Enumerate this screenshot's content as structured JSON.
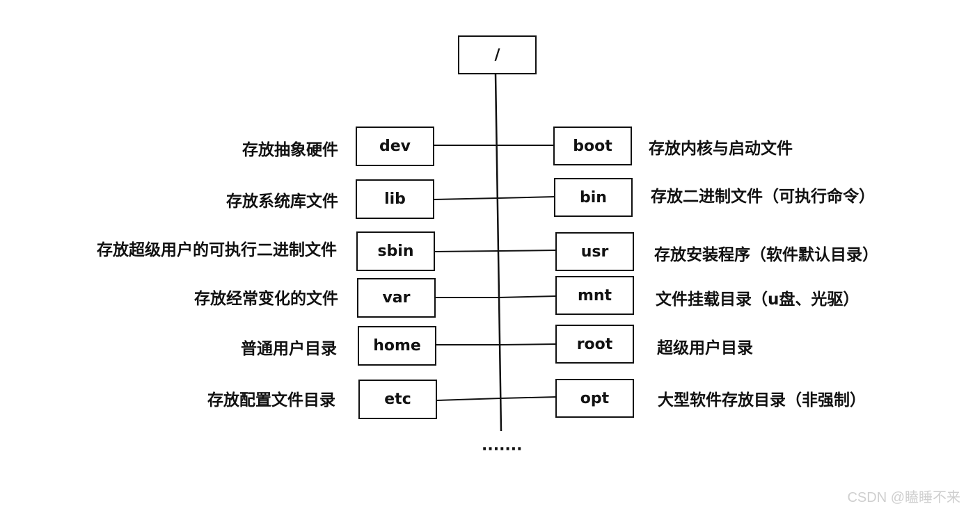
{
  "root": "/",
  "left": [
    {
      "dir": "dev",
      "desc": "存放抽象硬件"
    },
    {
      "dir": "lib",
      "desc": "存放系统库文件"
    },
    {
      "dir": "sbin",
      "desc": "存放超级用户的可执行二进制文件"
    },
    {
      "dir": "var",
      "desc": "存放经常变化的文件"
    },
    {
      "dir": "home",
      "desc": "普通用户目录"
    },
    {
      "dir": "etc",
      "desc": "存放配置文件目录"
    }
  ],
  "right": [
    {
      "dir": "boot",
      "desc": "存放内核与启动文件"
    },
    {
      "dir": "bin",
      "desc": "存放二进制文件（可执行命令）"
    },
    {
      "dir": "usr",
      "desc": "存放安装程序（软件默认目录）"
    },
    {
      "dir": "mnt",
      "desc": "文件挂载目录（u盘、光驱）"
    },
    {
      "dir": "root",
      "desc": "超级用户目录"
    },
    {
      "dir": "opt",
      "desc": "大型软件存放目录（非强制）"
    }
  ],
  "more": "·······",
  "watermark": "CSDN @瞌睡不来"
}
